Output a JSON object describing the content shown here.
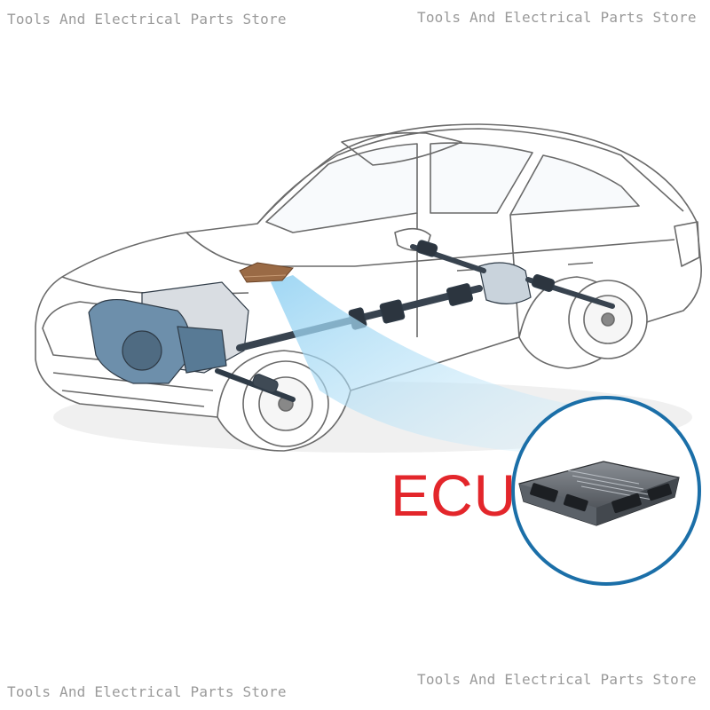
{
  "watermarks": {
    "top_left": "Tools And Electrical Parts Store",
    "top_right": "Tools And Electrical Parts Store",
    "bottom_left": "Tools And Electrical Parts Store",
    "bottom_right": "Tools And Electrical Parts Store"
  },
  "callout": {
    "label": "ECU"
  },
  "colors": {
    "label_red": "#e3262b",
    "circle_blue": "#1b6fa8",
    "beam_blue": "#bfe3f7",
    "ecu_marker": "#9a6a45",
    "drivetrain_blue": "#6d8fab"
  },
  "icons": [
    "car-illustration",
    "ecu-module-icon",
    "transmission-icon",
    "drive-shaft-icon"
  ]
}
